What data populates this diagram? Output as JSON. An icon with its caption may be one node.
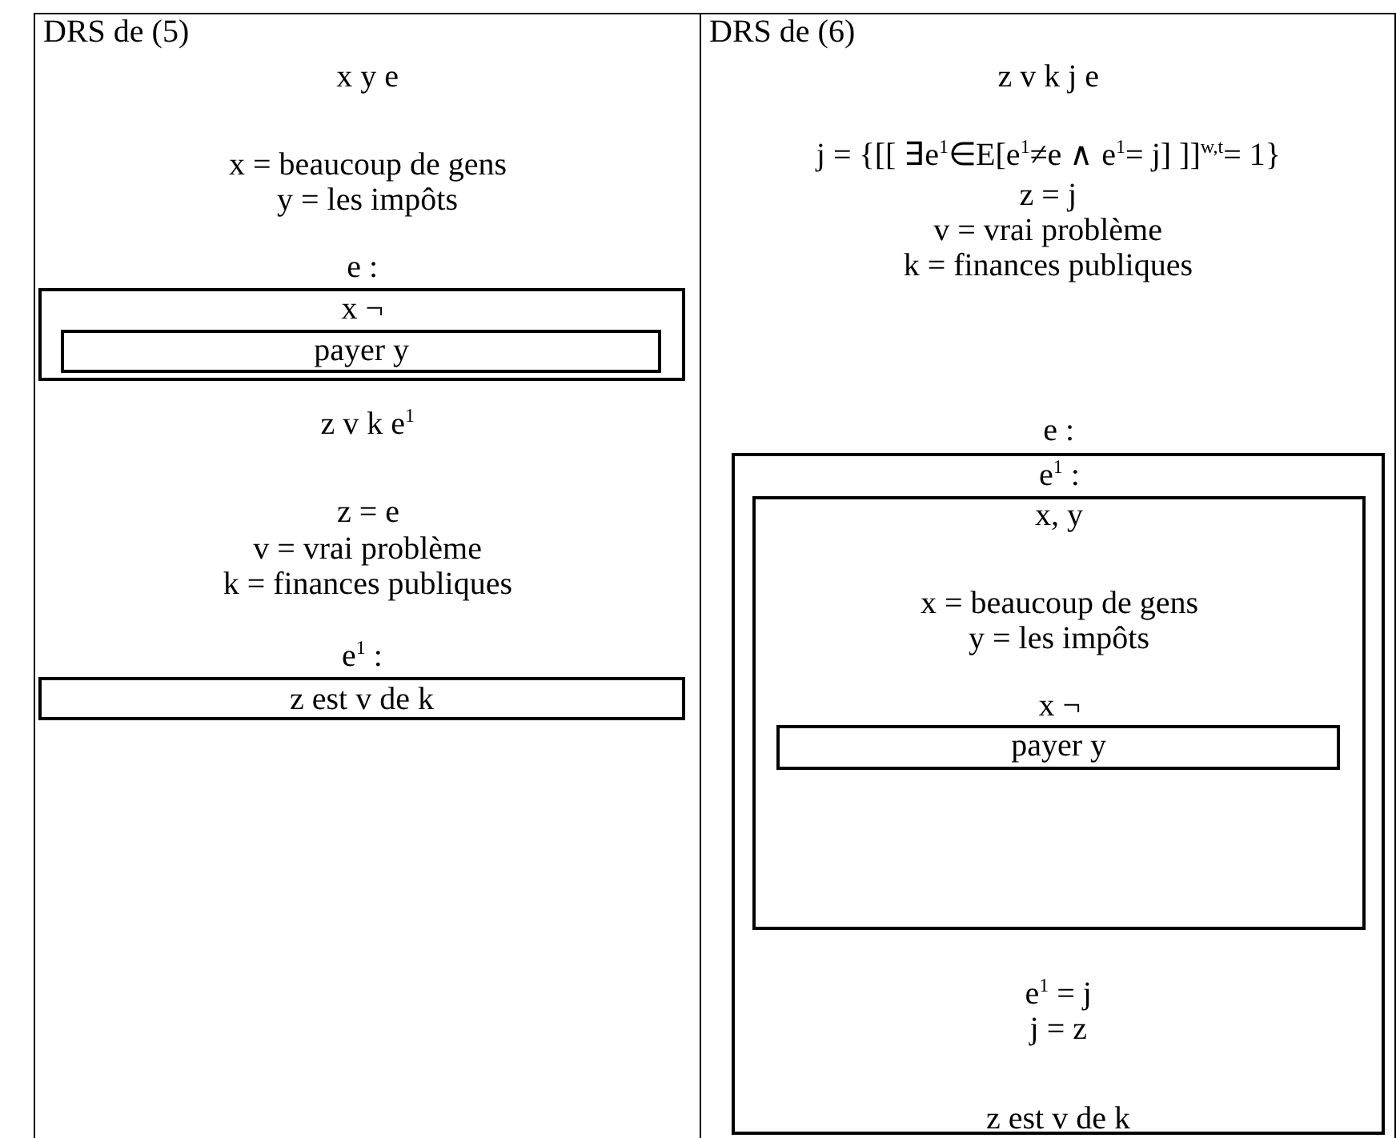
{
  "diagram": {
    "nodes": [
      {
        "text": [
          "DRS de (5)",
          "x y e",
          "x = beaucoup de gens",
          "y = les impôts",
          "z v k e$^{1}$",
          "z = e",
          "v = vrai problème",
          "k = finances publiques"
        ]
      },
      {
        "text": [
          "e :",
          "x ¬"
        ],
        "in": 0
      },
      {
        "text": [
          "payer y"
        ],
        "in": 1
      },
      {
        "text": [
          "e$^{1}$ :",
          "z est v de k"
        ],
        "in": 0
      },
      {
        "text": [
          "DRS de (6)",
          "z v k j e",
          "j = {[[ ∃e$^{1}$∈E[e$^{1}$≠e ∧ e$^{1}$= j] ]]$^{w,t}$= 1}",
          "z = j",
          "v = vrai problème",
          "k = finances publiques"
        ]
      },
      {
        "text": [
          "e :",
          "e$^{1}$ = j",
          "j = z",
          "z est v de k"
        ],
        "in": 4
      },
      {
        "text": [
          "e$^{1}$ :",
          "x, y",
          "x = beaucoup de gens",
          "y = les impôts",
          "x ¬"
        ],
        "in": 5
      },
      {
        "text": [
          "payer y"
        ],
        "in": 6
      }
    ],
    "edges": []
  }
}
